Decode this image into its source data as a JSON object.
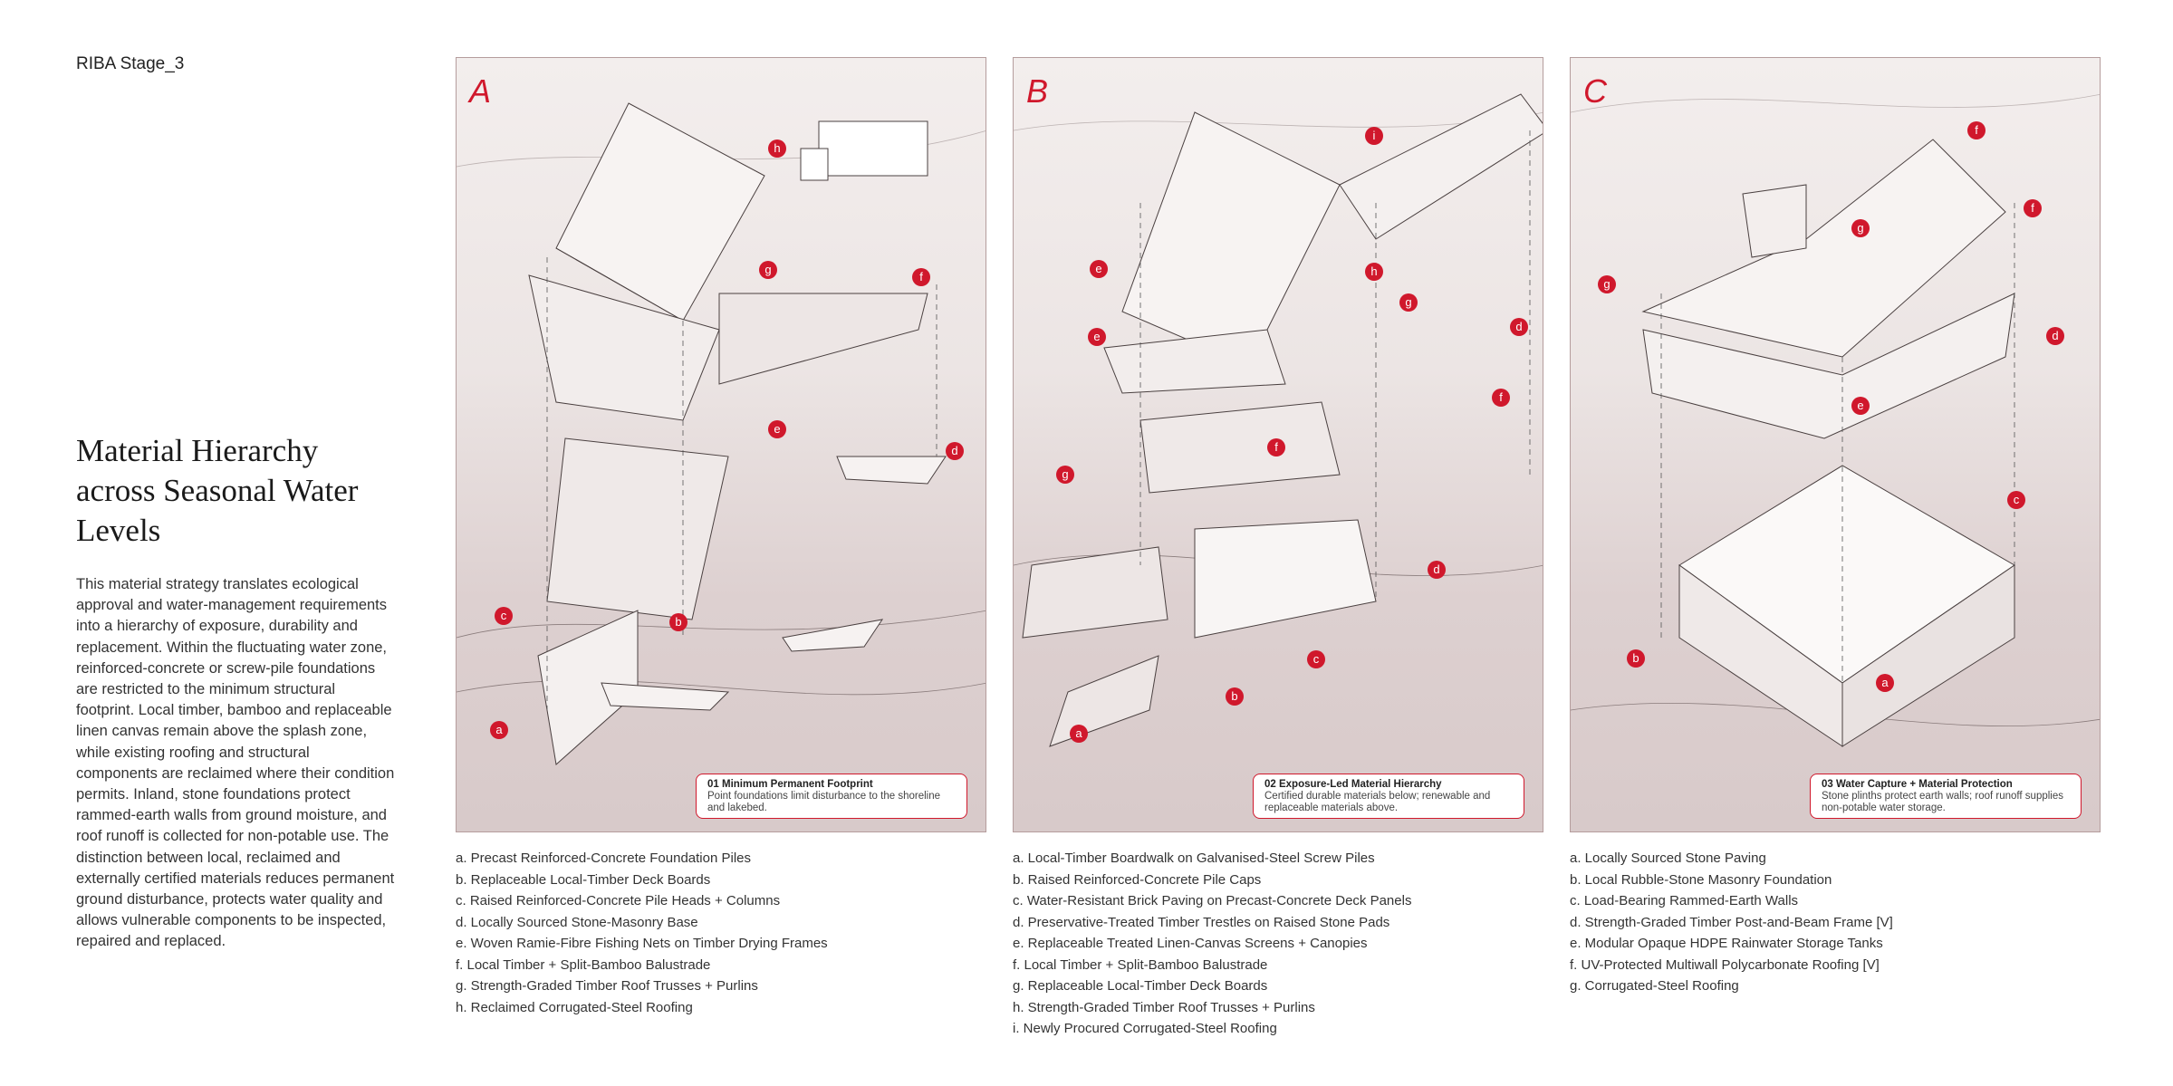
{
  "header": {
    "stage": "RIBA Stage_3"
  },
  "intro": {
    "title": "Material Hierarchy across Seasonal Water Levels",
    "body": "This material strategy translates ecological approval and water-management requirements into a hierarchy of exposure, durability and replacement. Within the fluctuating water zone, reinforced-concrete or screw-pile foundations are restricted to the minimum structural footprint. Local timber, bamboo and replaceable linen canvas remain above the splash zone, while existing roofing and structural components are reclaimed where their condition permits. Inland, stone foundations protect rammed-earth walls from ground moisture, and roof runoff is collected for non-potable use. The distinction between local, reclaimed and externally certified materials reduces permanent ground disturbance, protects water quality and allows vulnerable components to be inspected, repaired and replaced."
  },
  "colors": {
    "accent": "#d0182c",
    "panel_border": "#b59d9d"
  },
  "panels": [
    {
      "letter": "A",
      "markers": [
        "h",
        "g",
        "f",
        "e",
        "d",
        "c",
        "b",
        "a"
      ],
      "caption": {
        "title": "01 Minimum Permanent Footprint",
        "text": "Point foundations limit disturbance to the shoreline and lakebed."
      },
      "legend": [
        "a. Precast Reinforced-Concrete Foundation Piles",
        "b. Replaceable Local-Timber Deck Boards",
        "c. Raised Reinforced-Concrete Pile Heads + Columns",
        "d. Locally Sourced Stone-Masonry Base",
        "e. Woven Ramie-Fibre Fishing Nets on Timber Drying Frames",
        "f. Local Timber + Split-Bamboo Balustrade",
        "g. Strength-Graded Timber Roof Trusses + Purlins",
        "h. Reclaimed Corrugated-Steel Roofing"
      ]
    },
    {
      "letter": "B",
      "markers": [
        "i",
        "e",
        "h",
        "g",
        "d",
        "e",
        "f",
        "f",
        "g",
        "d",
        "c",
        "b",
        "a"
      ],
      "caption": {
        "title": "02 Exposure-Led Material Hierarchy",
        "text": "Certified durable materials below; renewable and replaceable materials above."
      },
      "legend": [
        "a. Local-Timber Boardwalk on Galvanised-Steel Screw Piles",
        "b. Raised Reinforced-Concrete Pile Caps",
        "c. Water-Resistant Brick Paving on Precast-Concrete Deck Panels",
        "d. Preservative-Treated Timber Trestles on Raised Stone Pads",
        "e. Replaceable Treated Linen-Canvas Screens + Canopies",
        "f. Local Timber + Split-Bamboo Balustrade",
        "g. Replaceable Local-Timber Deck Boards",
        "h. Strength-Graded Timber Roof Trusses + Purlins",
        "i. Newly Procured Corrugated-Steel Roofing"
      ]
    },
    {
      "letter": "C",
      "markers": [
        "f",
        "f",
        "g",
        "g",
        "d",
        "e",
        "c",
        "b",
        "a"
      ],
      "caption": {
        "title": "03 Water Capture + Material Protection",
        "text": "Stone plinths protect earth walls; roof runoff supplies non-potable water storage."
      },
      "legend": [
        "a. Locally Sourced Stone Paving",
        "b. Local Rubble-Stone Masonry Foundation",
        "c. Load-Bearing Rammed-Earth Walls",
        "d. Strength-Graded Timber Post-and-Beam Frame [V]",
        "e. Modular Opaque HDPE Rainwater Storage Tanks",
        "f. UV-Protected Multiwall Polycarbonate Roofing [V]",
        "g. Corrugated-Steel Roofing"
      ]
    }
  ]
}
